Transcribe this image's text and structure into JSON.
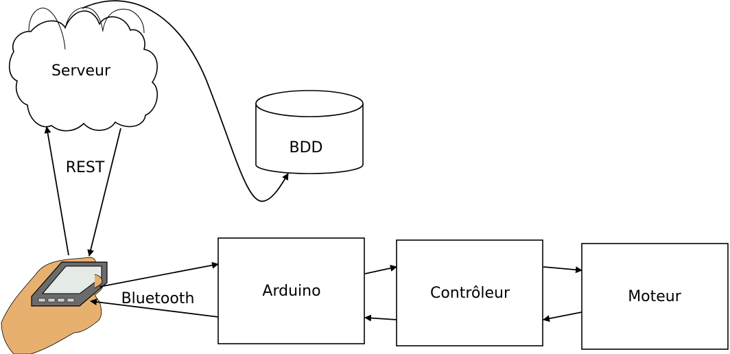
{
  "nodes": {
    "serveur": "Serveur",
    "bdd": "BDD",
    "arduino": "Arduino",
    "controleur": "Contrôleur",
    "moteur": "Moteur"
  },
  "edges": {
    "rest": "REST",
    "bluetooth": "Bluetooth"
  },
  "icons": {
    "server": "cloud-icon",
    "database": "database-cylinder-icon",
    "phone": "hand-holding-phone-icon"
  },
  "colors": {
    "stroke": "#000000",
    "hand": "#e8b06f",
    "phone_body": "#6b6b6b",
    "phone_screen": "#e4ebe6"
  }
}
